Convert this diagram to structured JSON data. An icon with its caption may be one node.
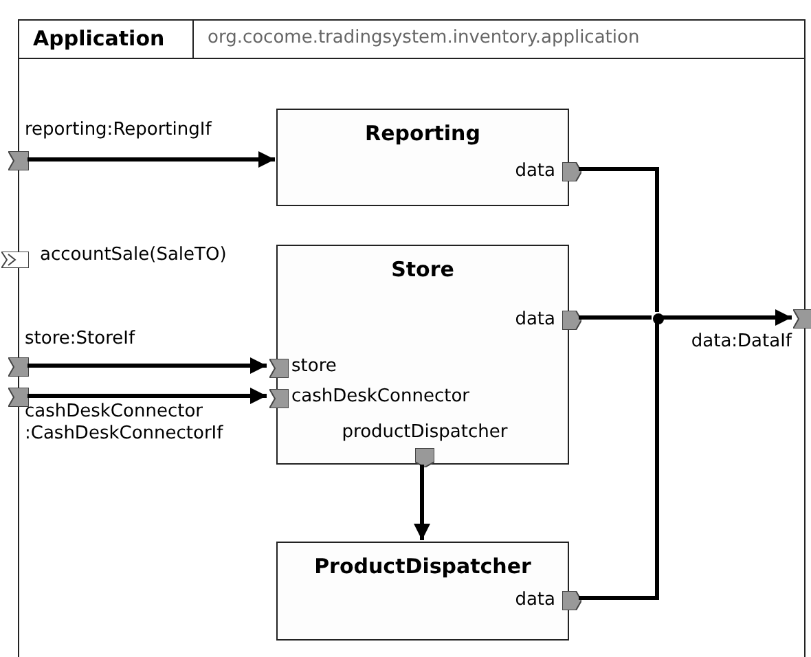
{
  "diagram": {
    "nodes": [
      {
        "text": [
          "Application",
          "org.cocome.tradingsystem.inventory.application"
        ]
      },
      {
        "text": [],
        "shape": "port",
        "beside": [
          "reporting:ReportingIf"
        ],
        "in": 0
      },
      {
        "text": [
          "Reporting"
        ],
        "in": 0
      },
      {
        "text": [],
        "shape": "port",
        "beside": [
          "data"
        ],
        "in": 2
      },
      {
        "text": [],
        "shape": "port",
        "beside": [
          "accountSale(SaleTO)"
        ],
        "in": 0
      },
      {
        "text": [
          "Store"
        ],
        "in": 0
      },
      {
        "text": [],
        "shape": "port",
        "beside": [
          "data"
        ],
        "in": 5
      },
      {
        "text": [],
        "shape": "port",
        "beside": [
          "store:StoreIf"
        ],
        "in": 0
      },
      {
        "text": [],
        "shape": "port",
        "beside": [
          "store"
        ],
        "in": 5
      },
      {
        "text": [],
        "shape": "port",
        "beside": [
          "cashDeskConnector :CashDeskConnectorIf"
        ],
        "in": 0
      },
      {
        "text": [],
        "shape": "port",
        "beside": [
          "cashDeskConnector"
        ],
        "in": 5
      },
      {
        "text": [],
        "shape": "port",
        "beside": [
          "productDispatcher"
        ],
        "in": 5
      },
      {
        "text": [
          "ProductDispatcher"
        ],
        "in": 0
      },
      {
        "text": [],
        "shape": "port",
        "beside": [
          "data"
        ],
        "in": 12
      },
      {
        "text": [],
        "shape": "circle",
        "in": 0
      },
      {
        "text": [],
        "shape": "port",
        "beside": [
          "data:DataIf"
        ],
        "in": 0
      }
    ],
    "edges": [
      {
        "from": 1,
        "to": 2,
        "arrow": "to"
      },
      {
        "from": 3,
        "to": 14,
        "arrow": "none"
      },
      {
        "from": 6,
        "to": 14,
        "arrow": "none"
      },
      {
        "from": 13,
        "to": 14,
        "arrow": "none"
      },
      {
        "from": 14,
        "to": 15,
        "arrow": "to"
      },
      {
        "from": 7,
        "to": 8,
        "arrow": "to"
      },
      {
        "from": 9,
        "to": 10,
        "arrow": "to"
      },
      {
        "from": 11,
        "to": 12,
        "arrow": "to"
      }
    ]
  }
}
